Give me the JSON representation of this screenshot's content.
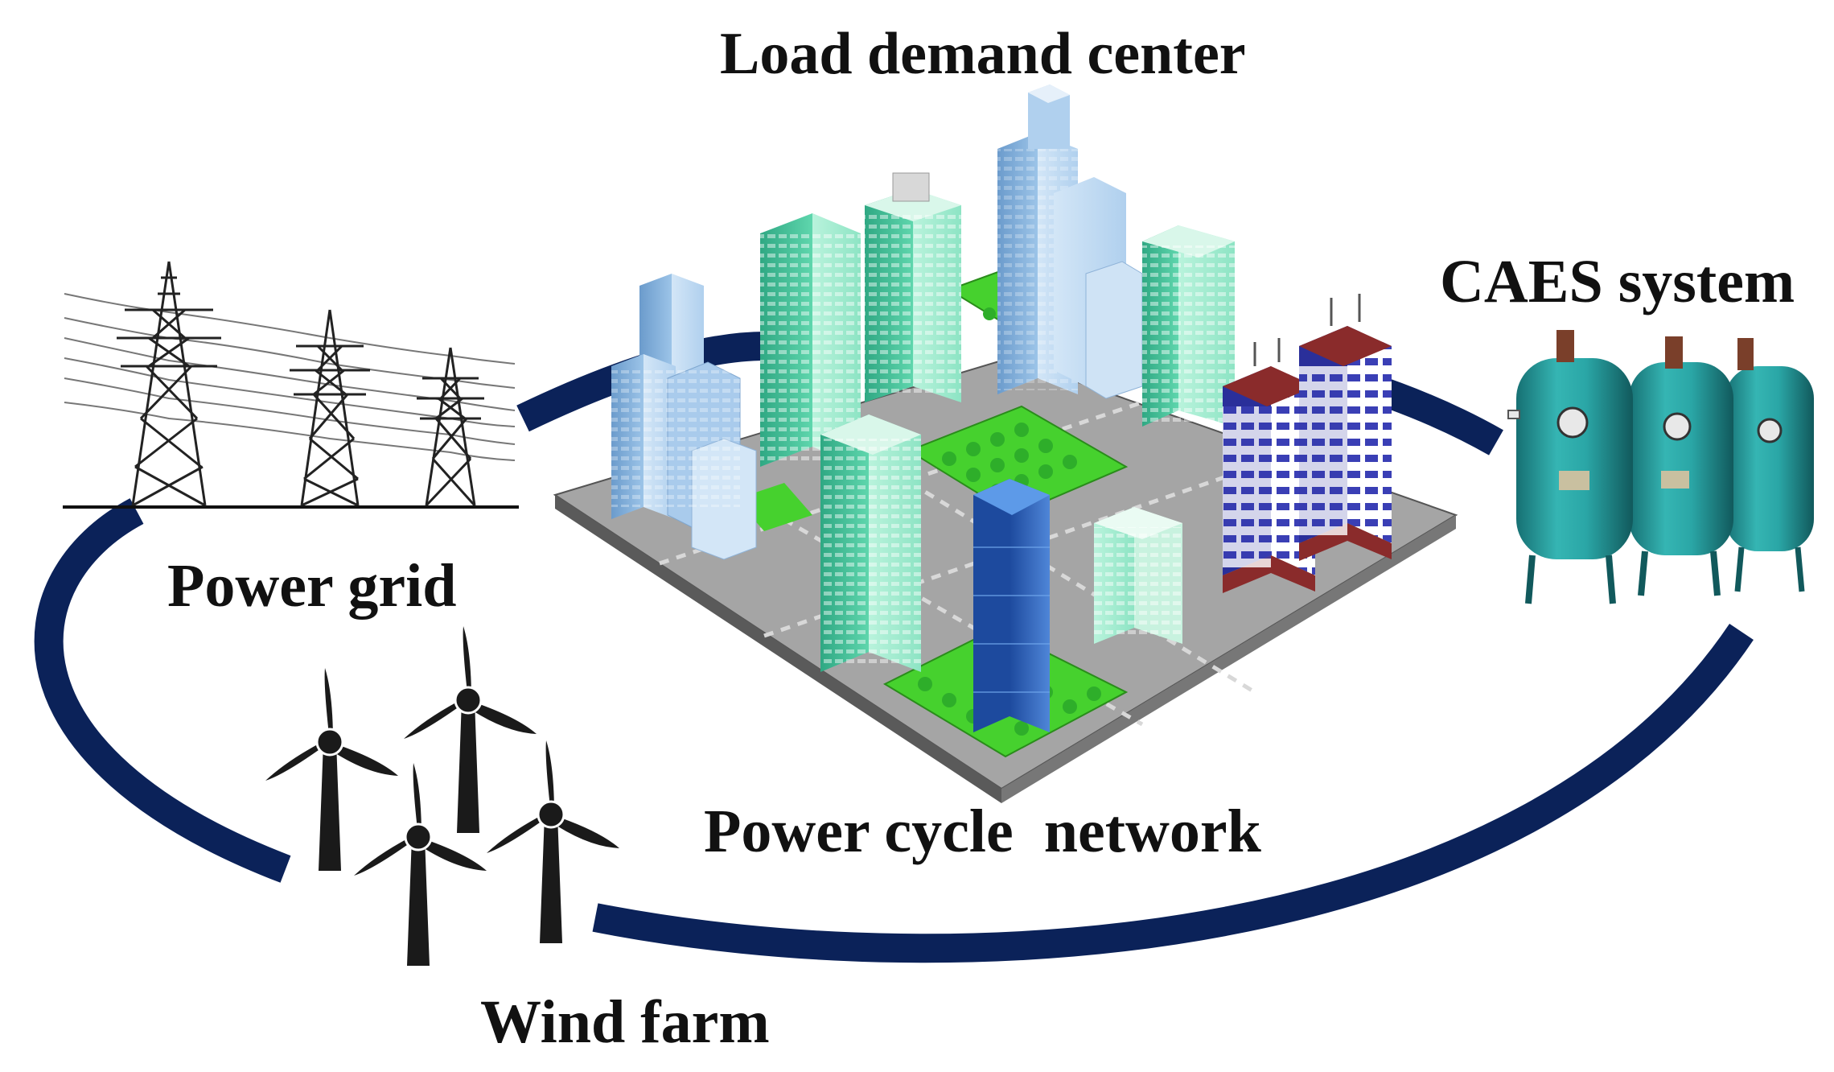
{
  "labels": {
    "load_demand_center": "Load demand center",
    "caes_system": "CAES system",
    "power_grid": "Power grid",
    "power_cycle_network": "Power cycle  network",
    "wind_farm": "Wind farm"
  },
  "colors": {
    "ring": "#0b2259",
    "tank": "#2aa6a6",
    "tank_dark": "#1b7a7c",
    "building_green": "#7ee6c0",
    "building_blue": "#9cc4e8",
    "building_dark_blue": "#2e5fb8",
    "building_purple": "#3a3fb5",
    "park_green": "#46d12e",
    "road_gray": "#8a8a8a",
    "turbine": "#1a1a1a",
    "tower": "#222222"
  },
  "icons": [
    "transmission-tower-icon",
    "wind-turbine-icon",
    "air-tank-icon",
    "city-block-icon"
  ]
}
